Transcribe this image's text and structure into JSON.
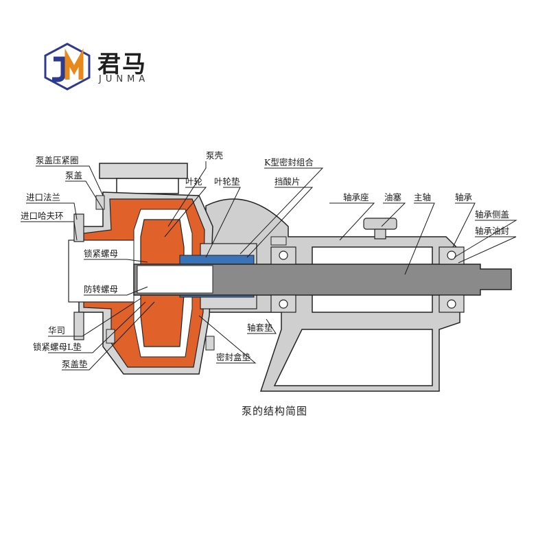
{
  "logo": {
    "mark": "JM",
    "name_cn": "君马",
    "name_en": "JUNMA",
    "colors": {
      "blue": "#2e3a8c",
      "orange": "#e8891d"
    }
  },
  "labels": {
    "pump_cover_clamp": "泵盖压紧圈",
    "pump_cover": "泵盖",
    "inlet_flange": "进口法兰",
    "inlet_clamp_ring": "进口哈夫环",
    "pump_casing": "泵壳",
    "impeller": "叶轮",
    "impeller_gasket": "叶轮垫",
    "k_seal_assembly": "K型密封组合",
    "acid_shield": "挡酸片",
    "bearing_housing": "轴承座",
    "oil_plug": "油塞",
    "main_shaft": "主轴",
    "bearing": "轴承",
    "bearing_side_cover": "轴承侧盖",
    "bearing_oil_seal": "轴承油封",
    "lock_nut": "锁紧螺母",
    "anti_rotation_nut": "防转螺母",
    "washer": "华司",
    "lock_nut_l_gasket": "锁紧螺母L垫",
    "pump_cover_gasket": "泵盖垫",
    "sleeve_gasket": "轴套垫",
    "seal_box_gasket": "密封盒垫"
  },
  "caption": "泵的结构简图",
  "colors": {
    "lining": "#e0622a",
    "metal": "#c8c8c8",
    "shaft": "#8a8a8a",
    "seal": "#3a73b8"
  }
}
